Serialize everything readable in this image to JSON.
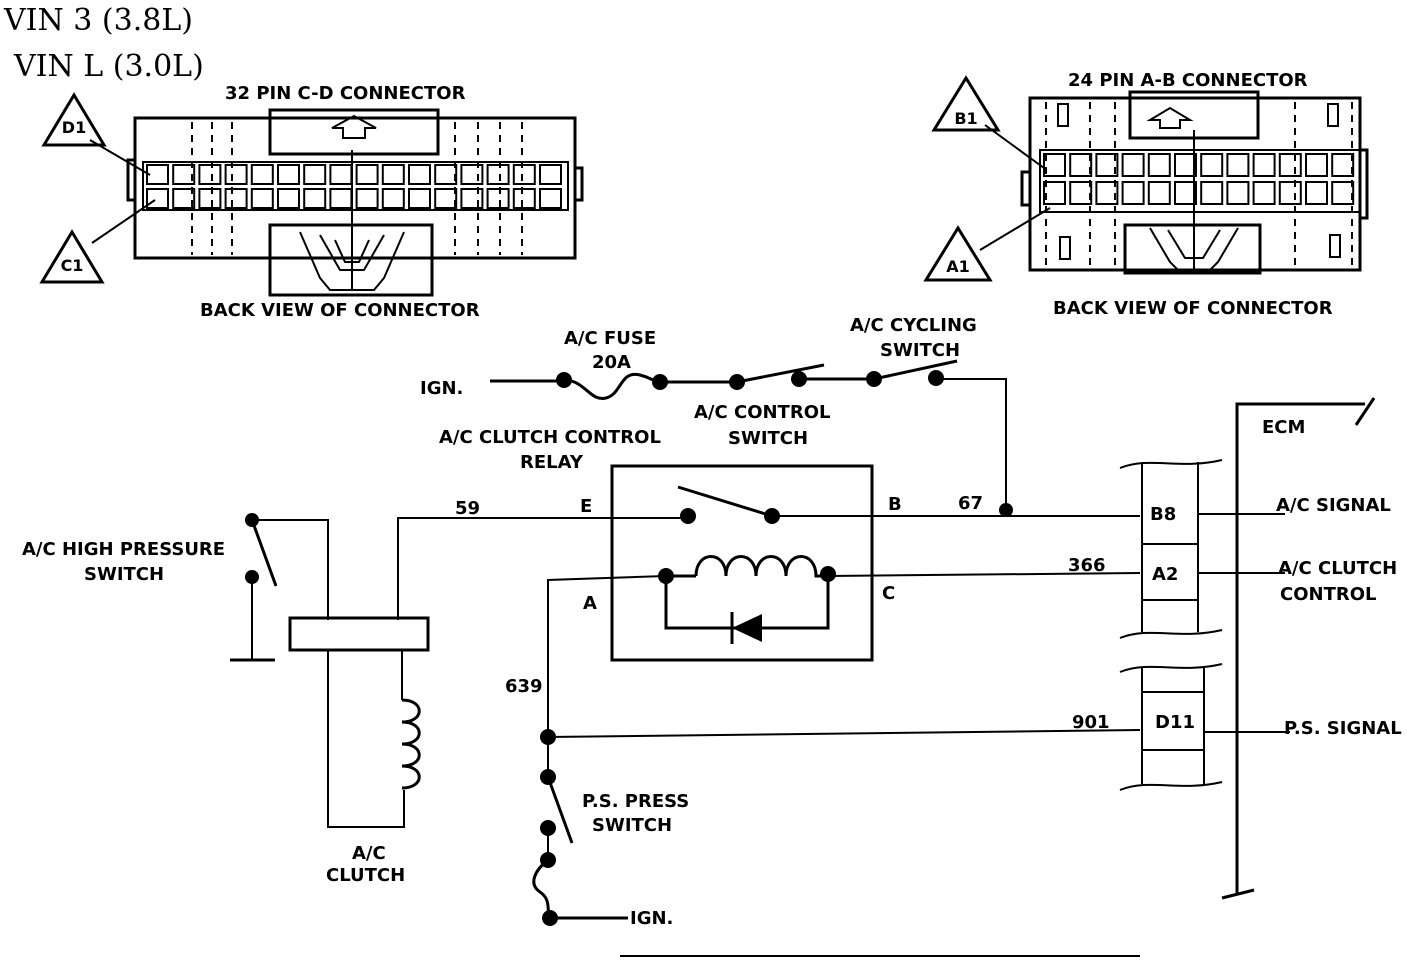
{
  "header": {
    "line1": "VIN  3  (3.8L)",
    "line2": "VIN  L  (3.0L)"
  },
  "connector_cd": {
    "title": "32 PIN C-D  CONNECTOR",
    "caption": "BACK VIEW OF CONNECTOR",
    "marker_top": "D1",
    "marker_bottom": "C1"
  },
  "connector_ab": {
    "title": "24 PIN A-B  CONNECTOR",
    "caption": "BACK VIEW OF CONNECTOR",
    "marker_top": "B1",
    "marker_bottom": "A1"
  },
  "schematic": {
    "ign_top": "IGN.",
    "ign_bottom": "IGN.",
    "fuse_line1": "A/C FUSE",
    "fuse_line2": "20A",
    "control_switch_line1": "A/C CONTROL",
    "control_switch_line2": "SWITCH",
    "cycling_switch_line1": "A/C CYCLING",
    "cycling_switch_line2": "SWITCH",
    "relay_line1": "A/C CLUTCH CONTROL",
    "relay_line2": "RELAY",
    "high_pressure_line1": "A/C HIGH PRESSURE",
    "high_pressure_line2": "SWITCH",
    "clutch_line1": "A/C",
    "clutch_line2": "CLUTCH",
    "ps_switch_line1": "P.S. PRESS",
    "ps_switch_line2": "SWITCH",
    "terminal_e": "E",
    "terminal_b": "B",
    "terminal_a": "A",
    "terminal_c": "C",
    "wire_59": "59",
    "wire_67": "67",
    "wire_366": "366",
    "wire_639": "639",
    "wire_901": "901",
    "ecm": "ECM",
    "pin_b8": "B8",
    "pin_a2": "A2",
    "pin_d11": "D11",
    "sig_ac": "A/C SIGNAL",
    "sig_clutch_line1": "A/C CLUTCH",
    "sig_clutch_line2": "CONTROL",
    "sig_ps": "P.S. SIGNAL"
  }
}
